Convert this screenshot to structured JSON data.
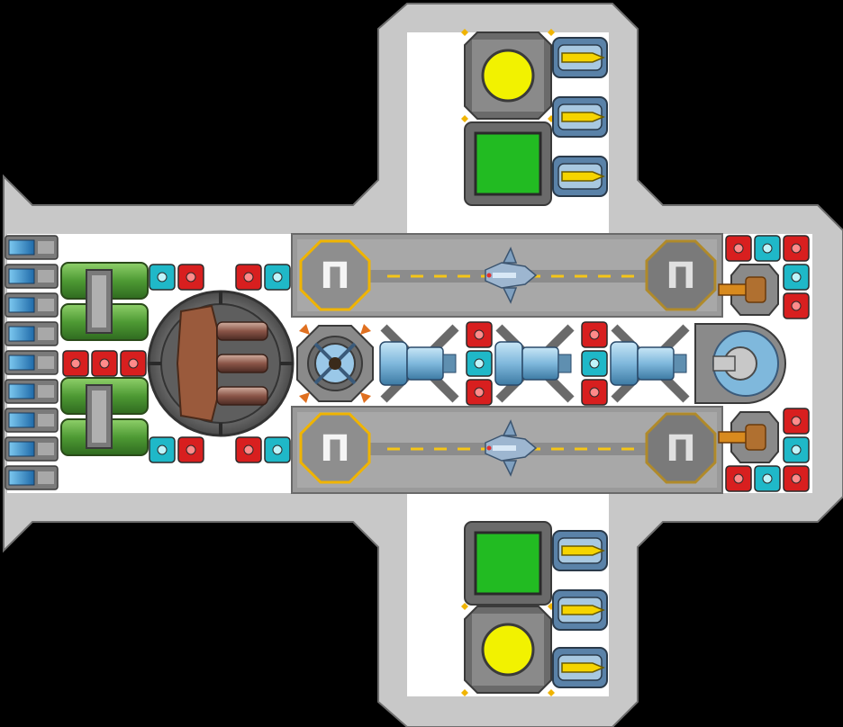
{
  "game": {
    "view": "ship-blueprint",
    "palette": {
      "background": "#000000",
      "hull": "#c8c8c8",
      "hull_stroke": "#6e6e6e",
      "deck": "#ffffff",
      "hangar": "#9a9a9a",
      "hangar_edge": "#7d7d7d",
      "dash": "#f5c518",
      "reactor_core": "#f2f200",
      "shield_core": "#22bb22",
      "pad_ring_bright": "#f0b400",
      "pad_ring_dim": "#b08a2a",
      "red_module": "#d81f1f",
      "cyan_module": "#1fb8c8",
      "tank_green": "#55a83a",
      "battery_blue": "#3a9ad8",
      "thruster_blue": "#7fb8dc",
      "missile_yellow": "#f5d400",
      "turret_orange": "#d88a1e",
      "main_gun_brown": "#9a5a3c"
    },
    "modules": {
      "reactors": 2,
      "shield_generators": 2,
      "missile_launchers": 6,
      "landing_pads": 4,
      "fighters": 2,
      "thrusters": 3,
      "turrets": 2,
      "battery_cells": 9,
      "fuel_tanks": 2
    },
    "hangar_pad_glyph": "Π"
  }
}
